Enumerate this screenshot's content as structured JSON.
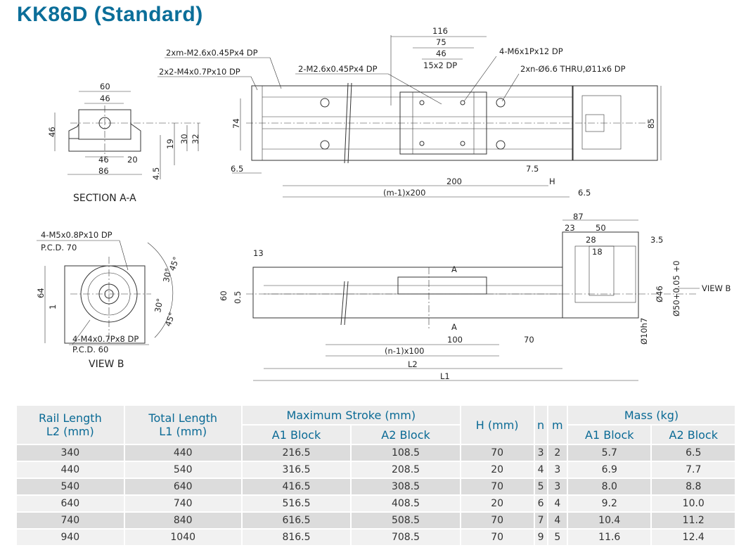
{
  "title": "KK86D (Standard)",
  "section_a": {
    "caption": "SECTION A-A",
    "dims": [
      "60",
      "46",
      "46",
      "30",
      "32",
      "19",
      "46",
      "20",
      "86",
      "4.5"
    ]
  },
  "top_view": {
    "callouts": [
      "2xm-M2.6x0.45Px4 DP",
      "2x2-M4x0.7Px10 DP",
      "2-M2.6x0.45Px4 DP",
      "4-M6x1Px12 DP",
      "2xn-Ø6.6 THRU,Ø11x6 DP"
    ],
    "dims": [
      "116",
      "75",
      "46",
      "15x2 DP",
      "74",
      "85",
      "6.5",
      "7.5",
      "200",
      "H",
      "(m-1)x200",
      "6.5"
    ]
  },
  "view_b": {
    "caption": "VIEW B",
    "callouts": [
      "4-M5x0.8Px10 DP",
      "P.C.D. 70",
      "4-M4x0.7Px8 DP",
      "P.C.D. 60"
    ],
    "dims": [
      "64",
      "1",
      "45°",
      "30°",
      "30°",
      "45°"
    ]
  },
  "side_view": {
    "dims": [
      "13",
      "60",
      "0.5",
      "87",
      "23",
      "50",
      "28",
      "18",
      "3.5",
      "A",
      "A",
      "Ø46",
      "Ø50+0.05 +0",
      "Ø10h7",
      "100",
      "70",
      "(n-1)x100",
      "L2",
      "L1"
    ],
    "view_label": "VIEW B"
  },
  "table": {
    "headers": {
      "rail_length": "Rail Length",
      "rail_unit": "L2 (mm)",
      "total_length": "Total Length",
      "total_unit": "L1 (mm)",
      "stroke": "Maximum  Stroke (mm)",
      "a1": "A1 Block",
      "a2": "A2 Block",
      "h": "H (mm)",
      "n": "n",
      "m": "m",
      "mass": "Mass (kg)",
      "mass_a1": "A1 Block",
      "mass_a2": "A2 Block"
    },
    "rows": [
      [
        "340",
        "440",
        "216.5",
        "108.5",
        "70",
        "3",
        "2",
        "5.7",
        "6.5"
      ],
      [
        "440",
        "540",
        "316.5",
        "208.5",
        "20",
        "4",
        "3",
        "6.9",
        "7.7"
      ],
      [
        "540",
        "640",
        "416.5",
        "308.5",
        "70",
        "5",
        "3",
        "8.0",
        "8.8"
      ],
      [
        "640",
        "740",
        "516.5",
        "408.5",
        "20",
        "6",
        "4",
        "9.2",
        "10.0"
      ],
      [
        "740",
        "840",
        "616.5",
        "508.5",
        "70",
        "7",
        "4",
        "10.4",
        "11.2"
      ],
      [
        "940",
        "1040",
        "816.5",
        "708.5",
        "70",
        "9",
        "5",
        "11.6",
        "12.4"
      ]
    ]
  }
}
